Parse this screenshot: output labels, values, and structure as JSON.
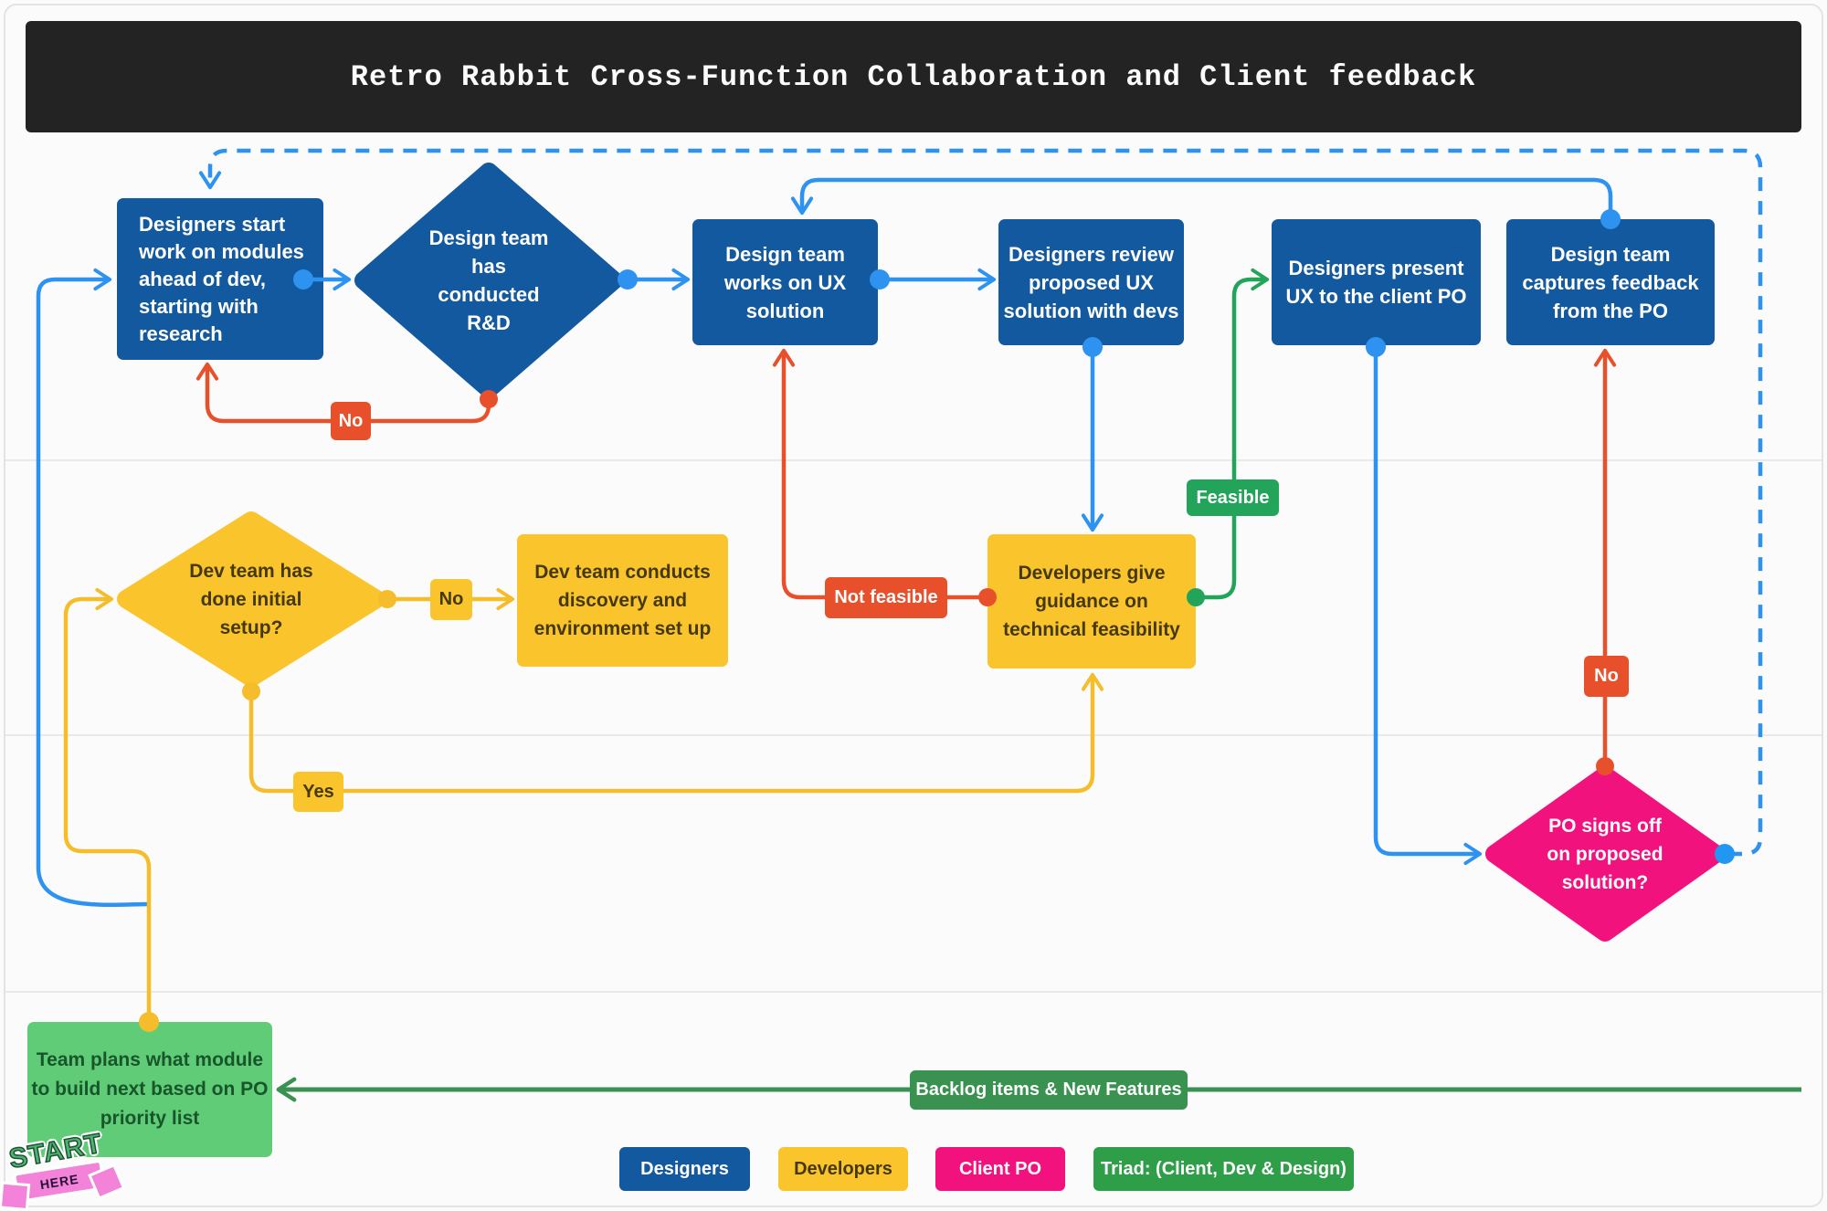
{
  "title": "Retro Rabbit Cross-Function Collaboration and Client feedback",
  "nodes": {
    "designers_start": {
      "lines": [
        "Designers start",
        "work on modules",
        "ahead of dev,",
        "starting with",
        "research"
      ],
      "type": "process",
      "lane": "designers"
    },
    "rd_decision": {
      "lines": [
        "Design team",
        "has",
        "conducted",
        "R&D"
      ],
      "type": "decision",
      "lane": "designers"
    },
    "ux_solution": {
      "lines": [
        "Design team",
        "works on UX",
        "solution"
      ],
      "type": "process",
      "lane": "designers"
    },
    "review_with_devs": {
      "lines": [
        "Designers review",
        "proposed UX",
        "solution with devs"
      ],
      "type": "process",
      "lane": "designers"
    },
    "present_to_po": {
      "lines": [
        "Designers present",
        "UX to the client PO"
      ],
      "type": "process",
      "lane": "designers"
    },
    "captures_feedback": {
      "lines": [
        "Design team",
        "captures feedback",
        "from the PO"
      ],
      "type": "process",
      "lane": "designers"
    },
    "dev_setup_decision": {
      "lines": [
        "Dev team has",
        "done initial",
        "setup?"
      ],
      "type": "decision",
      "lane": "developers"
    },
    "dev_discovery": {
      "lines": [
        "Dev team conducts",
        "discovery and",
        "environment set up"
      ],
      "type": "process",
      "lane": "developers"
    },
    "dev_guidance": {
      "lines": [
        "Developers give",
        "guidance on",
        "technical feasibility"
      ],
      "type": "process",
      "lane": "developers"
    },
    "po_signoff_decision": {
      "lines": [
        "PO signs off",
        "on proposed",
        "solution?"
      ],
      "type": "decision",
      "lane": "client_po"
    },
    "team_plans": {
      "lines": [
        "Team plans what module",
        "to build next based on PO",
        "priority list"
      ],
      "type": "process",
      "lane": "triad"
    }
  },
  "connector_labels": {
    "rd_no": "No",
    "setup_no": "No",
    "setup_yes": "Yes",
    "not_feasible": "Not feasible",
    "feasible": "Feasible",
    "signoff_no": "No",
    "backlog": "Backlog items & New Features"
  },
  "legend": [
    {
      "label": "Designers",
      "color": "#13599F"
    },
    {
      "label": "Developers",
      "color": "#FAC42D"
    },
    {
      "label": "Client PO",
      "color": "#F2127E"
    },
    {
      "label": "Triad: (Client, Dev & Design)",
      "color": "#2F9E48"
    }
  ],
  "sticker": {
    "line1": "START",
    "line2": "HERE"
  },
  "colors": {
    "designers_fill": "#13599F",
    "developers_fill": "#FAC42D",
    "client_po_fill": "#F2127E",
    "triad_fill": "#61CC77",
    "connector_blue": "#2D92F0",
    "connector_red": "#E8502B",
    "connector_green": "#23A45B",
    "connector_yellow": "#F5BD2B",
    "backlog_green": "#3A9251",
    "title_bar": "#232323"
  }
}
